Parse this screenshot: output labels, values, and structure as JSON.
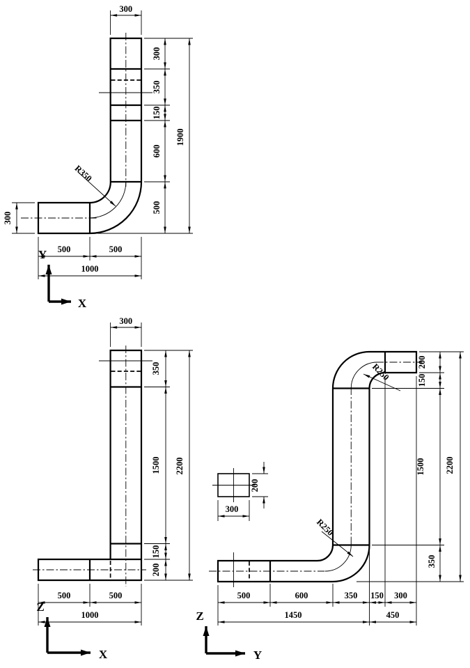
{
  "drawing": {
    "line_color": "#000000",
    "background": "#ffffff",
    "views": {
      "plan": {
        "axis": {
          "v": "Y",
          "h": "X"
        },
        "top_width": "300",
        "left_height": "300",
        "right_chain": [
          "300",
          "350",
          "150",
          "600",
          "500"
        ],
        "right_total": "1900",
        "bottom_chain": [
          "500",
          "500"
        ],
        "bottom_total": "1000",
        "radius": "R350"
      },
      "front": {
        "axis": {
          "v": "Z",
          "h": "X"
        },
        "top_width": "300",
        "right_chain": [
          "350",
          "1500",
          "150",
          "200"
        ],
        "right_total": "2200",
        "bottom_chain": [
          "500",
          "500"
        ],
        "bottom_total": "1000"
      },
      "side": {
        "axis": {
          "v": "Z",
          "h": "Y"
        },
        "right_chain": [
          "200",
          "150",
          "1500",
          "350"
        ],
        "right_total": "2200",
        "bottom_chain": [
          "500",
          "600",
          "350",
          "150",
          "300"
        ],
        "bottom_totals": [
          "1450",
          "450"
        ],
        "radius_upper": "R250",
        "radius_lower": "R250",
        "section": {
          "width": "300",
          "height": "200"
        }
      }
    }
  }
}
